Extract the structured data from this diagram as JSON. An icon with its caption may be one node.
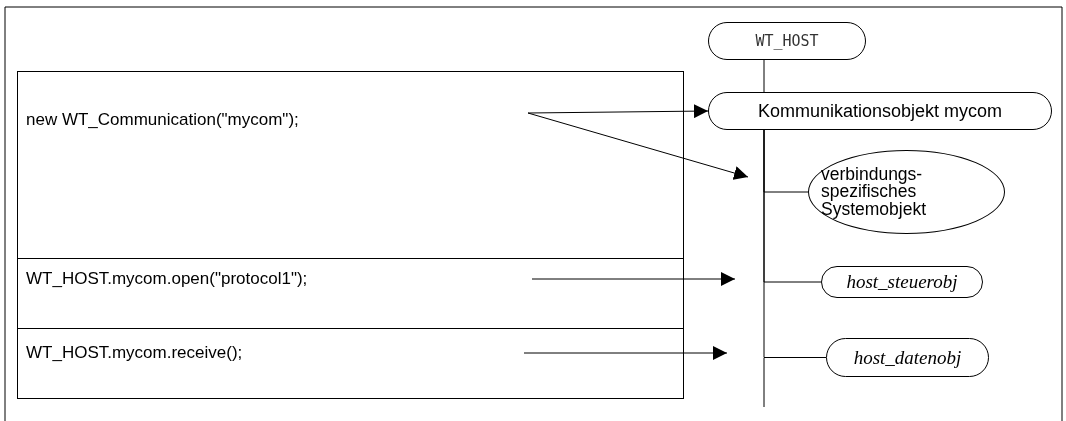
{
  "diagram": {
    "nodes": [
      {
        "text": [
          "new WT_Communication(\"mycom\");"
        ]
      },
      {
        "text": [
          "WT_HOST.mycom.open(\"protocol1\");"
        ]
      },
      {
        "text": [
          "WT_HOST.mycom.receive();"
        ]
      },
      {
        "text": [
          "WT_HOST"
        ]
      },
      {
        "text": [
          "Kommunikationsobjekt mycom"
        ]
      },
      {
        "text": [
          "verbindungs- spezifisches Systemobjekt"
        ]
      },
      {
        "text": [
          "host_steuerobj"
        ]
      },
      {
        "text": [
          "host_datenobj"
        ]
      }
    ],
    "edges": [
      {
        "from": 0,
        "to": 4,
        "arrow": "to"
      },
      {
        "from": 0,
        "to": null,
        "arrow": "to"
      },
      {
        "from": 1,
        "to": null,
        "arrow": "to"
      },
      {
        "from": 2,
        "to": null,
        "arrow": "to"
      },
      {
        "from": 3,
        "to": 4,
        "arrow": "none"
      },
      {
        "from": 4,
        "to": 5,
        "arrow": "none"
      },
      {
        "from": 4,
        "to": 6,
        "arrow": "none"
      },
      {
        "from": 4,
        "to": 7,
        "arrow": "none"
      }
    ]
  }
}
